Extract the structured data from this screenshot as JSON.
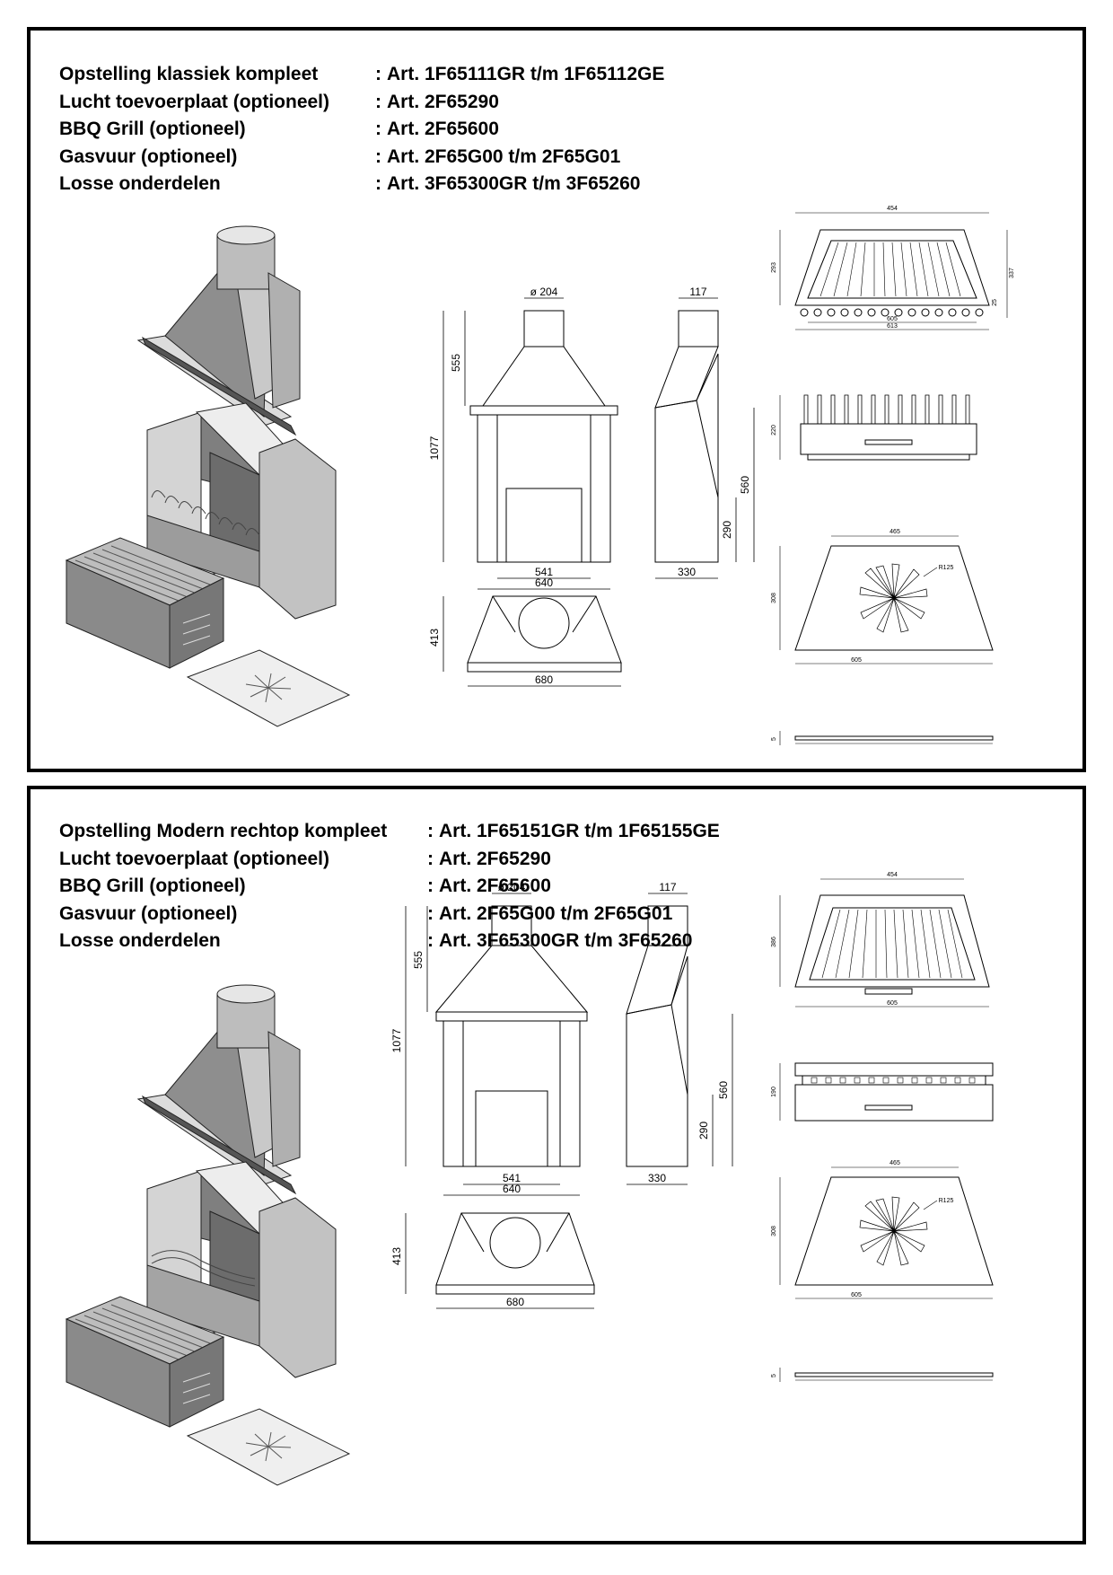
{
  "panels": [
    {
      "specs": [
        {
          "label": "Opstelling klassiek kompleet",
          "value": "Art. 1F65111GR t/m 1F65112GE"
        },
        {
          "label": "Lucht toevoerplaat (optioneel)",
          "value": "Art. 2F65290"
        },
        {
          "label": "BBQ Grill (optioneel)",
          "value": "Art. 2F65600"
        },
        {
          "label": "Gasvuur (optioneel)",
          "value": "Art. 2F65G00 t/m 2F65G01"
        },
        {
          "label": "Losse onderdelen",
          "value": "Art. 3F65300GR t/m 3F65260"
        }
      ],
      "dims": {
        "hood_diameter": "ø 204",
        "hood_height": "555",
        "total_height": "1077",
        "inner_width": "541",
        "outer_width": "640",
        "side_top": "117",
        "side_290": "290",
        "side_560": "560",
        "side_depth": "330",
        "plan_depth": "413",
        "plan_width": "680",
        "grate_top": "454",
        "grate_h": "293",
        "grate_h2": "337",
        "grate_small": "25",
        "grate_w1": "605",
        "grate_w2": "613",
        "grate_side_h": "220",
        "plate_top": "465",
        "plate_h": "308",
        "plate_w": "605",
        "plate_r": "R125",
        "plate_t": "5"
      }
    },
    {
      "specs": [
        {
          "label": "Opstelling Modern rechtop kompleet",
          "value": "Art. 1F65151GR t/m 1F65155GE"
        },
        {
          "label": "Lucht toevoerplaat (optioneel)",
          "value": "Art. 2F65290"
        },
        {
          "label": "BBQ Grill (optioneel)",
          "value": "Art. 2F65600"
        },
        {
          "label": "Gasvuur (optioneel)",
          "value": "Art. 2F65G00 t/m 2F65G01"
        },
        {
          "label": "Losse onderdelen",
          "value": "Art. 3F65300GR t/m 3F65260"
        }
      ],
      "dims": {
        "hood_diameter": "ø 204",
        "hood_height": "555",
        "total_height": "1077",
        "inner_width": "541",
        "outer_width": "640",
        "side_top": "117",
        "side_290": "290",
        "side_560": "560",
        "side_depth": "330",
        "plan_depth": "413",
        "plan_width": "680",
        "grate_top": "454",
        "grate_h": "386",
        "grate_w1": "605",
        "grate_side_h": "190",
        "plate_top": "465",
        "plate_h": "308",
        "plate_w": "605",
        "plate_r": "R125",
        "plate_t": "5"
      }
    }
  ]
}
